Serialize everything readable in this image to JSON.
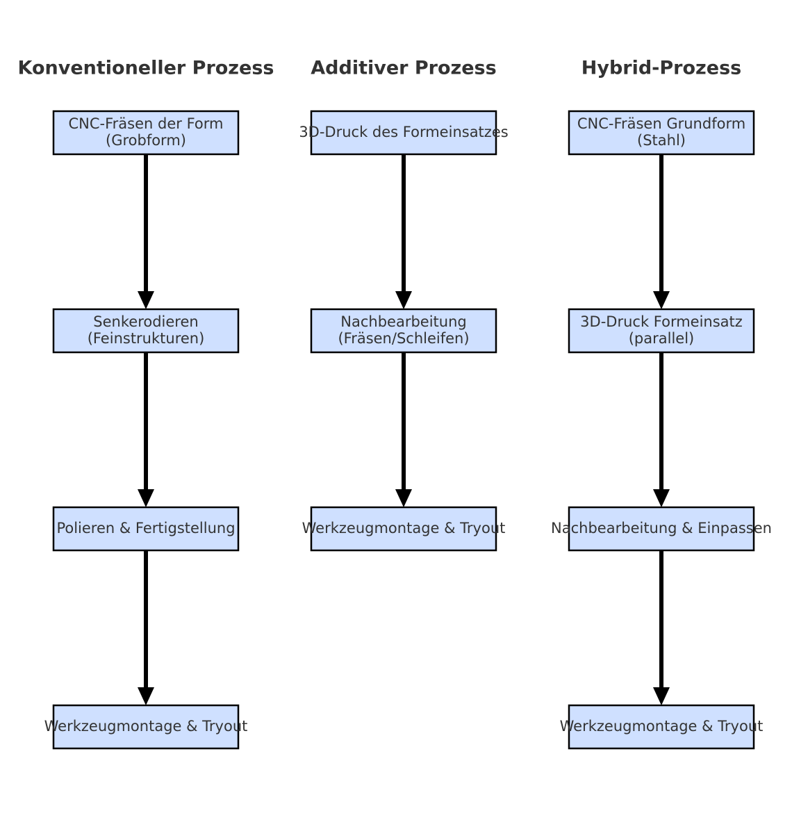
{
  "columns": [
    {
      "title": "Konventioneller Prozess",
      "steps": [
        [
          "CNC-Fräsen der Form",
          "(Grobform)"
        ],
        [
          "Senkerodieren",
          "(Feinstrukturen)"
        ],
        [
          "Polieren & Fertigstellung"
        ],
        [
          "Werkzeugmontage & Tryout"
        ]
      ]
    },
    {
      "title": "Additiver Prozess",
      "steps": [
        [
          "3D-Druck des Formeinsatzes"
        ],
        [
          "Nachbearbeitung",
          "(Fräsen/Schleifen)"
        ],
        [
          "Werkzeugmontage & Tryout"
        ]
      ]
    },
    {
      "title": "Hybrid-Prozess",
      "steps": [
        [
          "CNC-Fräsen Grundform",
          "(Stahl)"
        ],
        [
          "3D-Druck Formeinsatz",
          "(parallel)"
        ],
        [
          "Nachbearbeitung & Einpassen"
        ],
        [
          "Werkzeugmontage & Tryout"
        ]
      ]
    }
  ],
  "colors": {
    "box_fill": "#cfe0ff",
    "box_stroke": "#000000",
    "text": "#333333",
    "arrow": "#000000"
  }
}
